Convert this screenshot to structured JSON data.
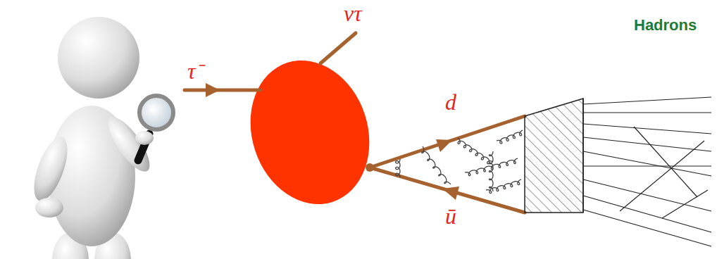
{
  "diagram": {
    "labels": [
      "τ⁻",
      "ντ",
      "d",
      "ū",
      "Hadrons"
    ]
  }
}
